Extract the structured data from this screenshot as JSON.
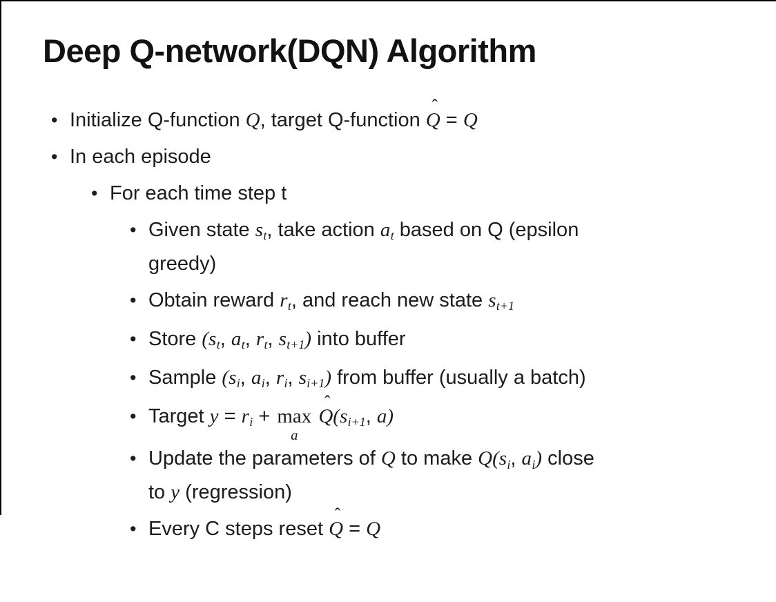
{
  "meta": {
    "bullet_glyph": "•",
    "hat_glyph": "ˆ",
    "background_color": "#ffffff",
    "text_color": "#1c1c1c",
    "border_color": "#000000"
  },
  "slide": {
    "title": "Deep Q-network(DQN) Algorithm",
    "bullets": [
      {
        "level": 1,
        "segments": [
          {
            "t": "t",
            "v": "Initialize Q-function "
          },
          {
            "t": "m",
            "v": "Q"
          },
          {
            "t": "t",
            "v": ", target Q-function "
          },
          {
            "t": "h",
            "v": "Q"
          },
          {
            "t": "t",
            "v": " = "
          },
          {
            "t": "m",
            "v": "Q"
          }
        ]
      },
      {
        "level": 1,
        "segments": [
          {
            "t": "t",
            "v": "In each episode"
          }
        ]
      },
      {
        "level": 2,
        "segments": [
          {
            "t": "t",
            "v": "For each time step t"
          }
        ]
      },
      {
        "level": 3,
        "segments": [
          {
            "t": "t",
            "v": "Given state "
          },
          {
            "t": "ms",
            "b": "s",
            "s": "t"
          },
          {
            "t": "t",
            "v": ", take action "
          },
          {
            "t": "ms",
            "b": "a",
            "s": "t"
          },
          {
            "t": "t",
            "v": " based on Q (epsilon"
          },
          {
            "t": "br"
          },
          {
            "t": "t",
            "v": "greedy)"
          }
        ]
      },
      {
        "level": 3,
        "segments": [
          {
            "t": "t",
            "v": "Obtain reward "
          },
          {
            "t": "ms",
            "b": "r",
            "s": "t"
          },
          {
            "t": "t",
            "v": ", and reach new state "
          },
          {
            "t": "ms",
            "b": "s",
            "s": "t+1"
          }
        ]
      },
      {
        "level": 3,
        "segments": [
          {
            "t": "t",
            "v": "Store "
          },
          {
            "t": "m",
            "v": "("
          },
          {
            "t": "ms",
            "b": "s",
            "s": "t"
          },
          {
            "t": "t",
            "v": ", "
          },
          {
            "t": "ms",
            "b": "a",
            "s": "t"
          },
          {
            "t": "t",
            "v": ", "
          },
          {
            "t": "ms",
            "b": "r",
            "s": "t"
          },
          {
            "t": "t",
            "v": ", "
          },
          {
            "t": "ms",
            "b": "s",
            "s": "t+1"
          },
          {
            "t": "m",
            "v": ")"
          },
          {
            "t": "t",
            "v": " into buffer"
          }
        ]
      },
      {
        "level": 3,
        "segments": [
          {
            "t": "t",
            "v": "Sample "
          },
          {
            "t": "m",
            "v": "("
          },
          {
            "t": "ms",
            "b": "s",
            "s": "i"
          },
          {
            "t": "t",
            "v": ", "
          },
          {
            "t": "ms",
            "b": "a",
            "s": "i"
          },
          {
            "t": "t",
            "v": ", "
          },
          {
            "t": "ms",
            "b": "r",
            "s": "i"
          },
          {
            "t": "t",
            "v": ", "
          },
          {
            "t": "ms",
            "b": "s",
            "s": "i+1"
          },
          {
            "t": "m",
            "v": ")"
          },
          {
            "t": "t",
            "v": " from buffer (usually a batch)"
          }
        ]
      },
      {
        "level": 3,
        "segments": [
          {
            "t": "t",
            "v": "Target "
          },
          {
            "t": "m",
            "v": "y"
          },
          {
            "t": "t",
            "v": " = "
          },
          {
            "t": "ms",
            "b": "r",
            "s": "i"
          },
          {
            "t": "t",
            "v": " + "
          },
          {
            "t": "mu",
            "op": "max",
            "u": "a"
          },
          {
            "t": "t",
            "v": " "
          },
          {
            "t": "h",
            "v": "Q"
          },
          {
            "t": "m",
            "v": "("
          },
          {
            "t": "ms",
            "b": "s",
            "s": "i+1"
          },
          {
            "t": "t",
            "v": ", "
          },
          {
            "t": "m",
            "v": "a"
          },
          {
            "t": "m",
            "v": ")"
          }
        ]
      },
      {
        "level": 3,
        "segments": [
          {
            "t": "t",
            "v": "Update the parameters of "
          },
          {
            "t": "m",
            "v": "Q"
          },
          {
            "t": "t",
            "v": " to make "
          },
          {
            "t": "m",
            "v": "Q("
          },
          {
            "t": "ms",
            "b": "s",
            "s": "i"
          },
          {
            "t": "t",
            "v": ", "
          },
          {
            "t": "ms",
            "b": "a",
            "s": "i"
          },
          {
            "t": "m",
            "v": ")"
          },
          {
            "t": "t",
            "v": " close"
          },
          {
            "t": "br"
          },
          {
            "t": "t",
            "v": "to "
          },
          {
            "t": "m",
            "v": "y"
          },
          {
            "t": "t",
            "v": " (regression)"
          }
        ]
      },
      {
        "level": 3,
        "segments": [
          {
            "t": "t",
            "v": "Every C steps reset "
          },
          {
            "t": "h",
            "v": "Q"
          },
          {
            "t": "t",
            "v": " = "
          },
          {
            "t": "m",
            "v": "Q"
          }
        ]
      }
    ]
  }
}
